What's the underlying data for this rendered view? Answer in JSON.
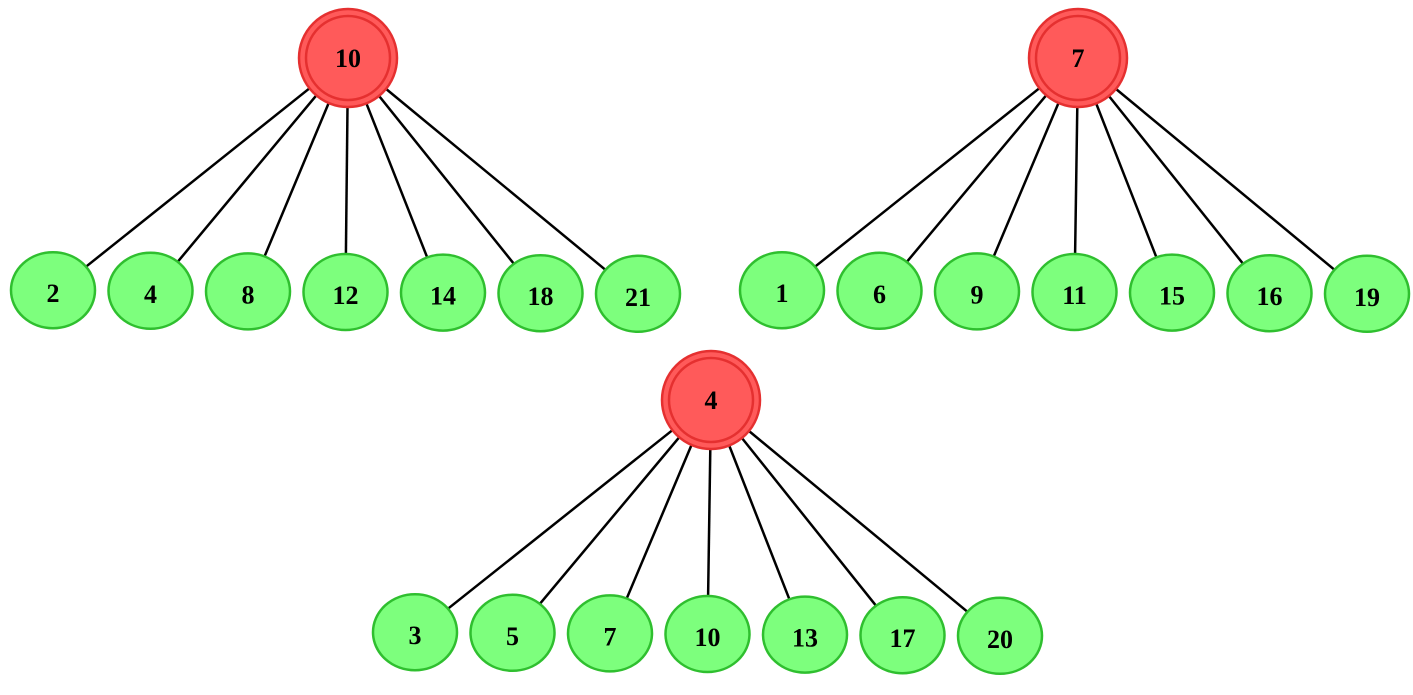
{
  "colors": {
    "root_fill": "#ff5a5a",
    "root_stroke": "#e53030",
    "child_fill": "#7dff7d",
    "child_stroke": "#2fbf2f",
    "edge": "#000000"
  },
  "trees": [
    {
      "root": "10",
      "children": [
        "2",
        "4",
        "8",
        "12",
        "14",
        "18",
        "21"
      ]
    },
    {
      "root": "7",
      "children": [
        "1",
        "6",
        "9",
        "11",
        "15",
        "16",
        "19"
      ]
    },
    {
      "root": "4",
      "children": [
        "3",
        "5",
        "7",
        "10",
        "13",
        "17",
        "20"
      ]
    }
  ]
}
